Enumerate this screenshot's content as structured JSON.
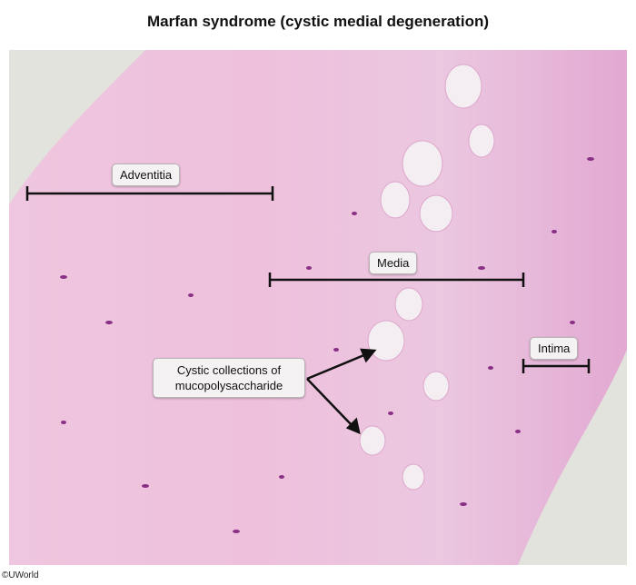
{
  "title": "Marfan syndrome (cystic medial degeneration)",
  "labels": {
    "adventitia": "Adventitia",
    "media": "Media",
    "intima": "Intima",
    "cystic": "Cystic collections of mucopolysaccharide"
  },
  "copyright": "©UWorld",
  "colors": {
    "tissue": "#e8b4d6",
    "nuclei": "#8a2f86",
    "background": "#e4e4e0"
  }
}
